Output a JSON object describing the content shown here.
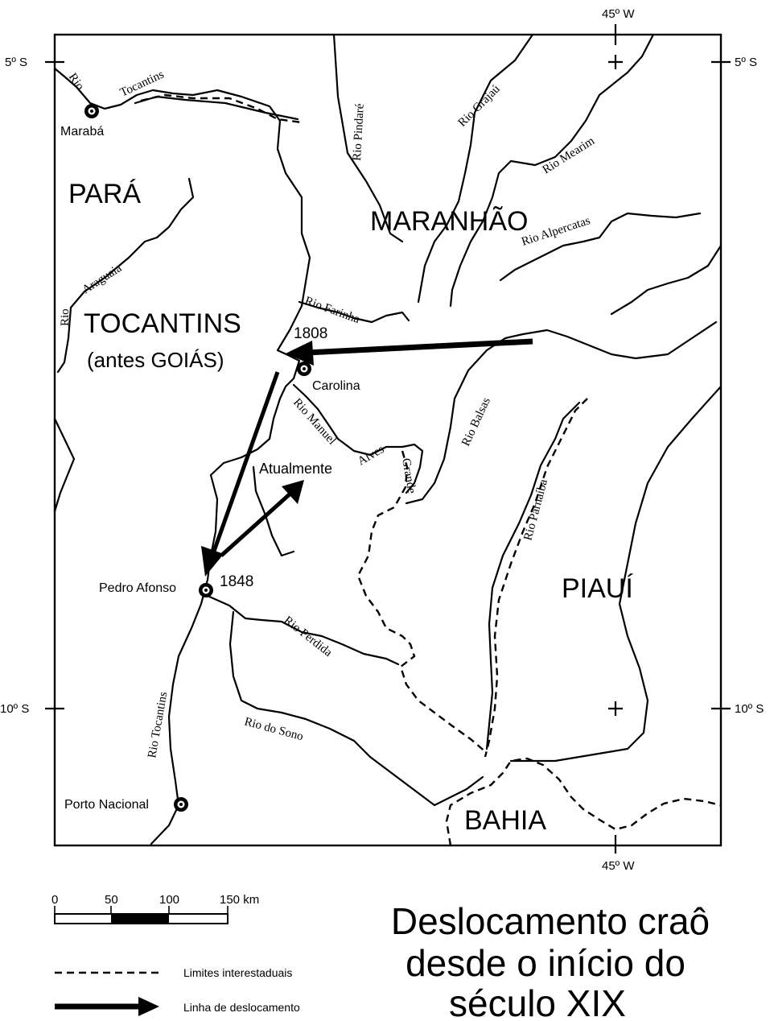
{
  "coords": {
    "lat_top": "5º S",
    "lat_bottom": "10º S",
    "lon": "45º W"
  },
  "states": {
    "para": "PARÁ",
    "maranhao": "MARANHÃO",
    "tocantins": "TOCANTINS",
    "tocantins_sub": "(antes GOIÁS)",
    "piaui": "PIAUÍ",
    "bahia": "BAHIA"
  },
  "rivers": {
    "rio_top_left": "Rio",
    "tocantins_top": "Tocantins",
    "araguaia_rio": "Rio",
    "araguaia": "Araguaia",
    "pindare": "Rio Pindaré",
    "grajau": "Rio Grajaú",
    "mearim": "Rio Mearim",
    "alpercatas": "Rio Alpercatas",
    "farinha": "Rio Farinha",
    "manuel": "Rio Manuel",
    "alves": "Alves",
    "grande": "Grande",
    "balsas": "Rio Balsas",
    "parnaiba": "Rio Parnaíba",
    "perdida": "Rio Perdida",
    "sono": "Rio do Sono",
    "tocantins_lower": "Rio Tocantins"
  },
  "towns": {
    "maraba": "Marabá",
    "carolina": "Carolina",
    "pedro_afonso": "Pedro Afonso",
    "porto_nacional": "Porto Nacional"
  },
  "years": {
    "y1808": "1808",
    "y1848": "1848",
    "atualmente": "Atualmente"
  },
  "scale": {
    "ticks": [
      "0",
      "50",
      "100",
      "150 km"
    ]
  },
  "legend": {
    "borders": "Limites interestaduais",
    "movement": "Linha de deslocamento"
  },
  "title": {
    "line1": "Deslocamento craô",
    "line2": "desde o início do",
    "line3": "século XIX"
  }
}
